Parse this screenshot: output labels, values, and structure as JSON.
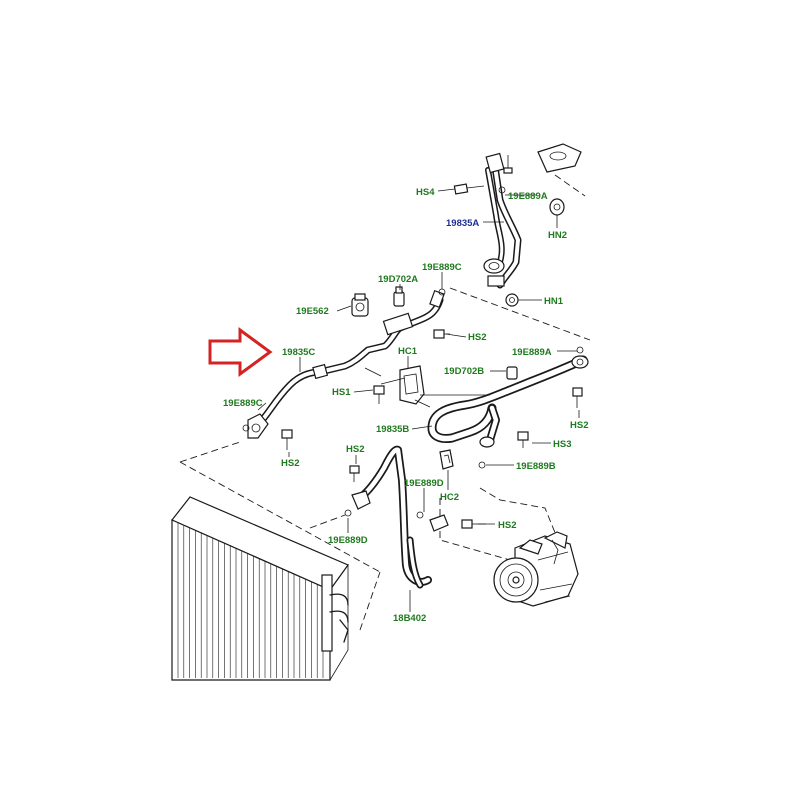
{
  "colors": {
    "label_green": "#1f7a1f",
    "label_blue": "#1f2f8f",
    "arrow_red": "#d42323",
    "line": "#1a1a1a"
  },
  "callouts": {
    "hs4": "HS4",
    "e889a_top": "19E889A",
    "c19835a": "19835A",
    "hn2": "HN2",
    "e889c_top": "19E889C",
    "d702a": "19D702A",
    "hn1": "HN1",
    "e562": "19E562",
    "hs2_mid": "HS2",
    "c19835c": "19835C",
    "hc1": "HC1",
    "e889a_right": "19E889A",
    "d702b": "19D702B",
    "hs1": "HS1",
    "e889c_left": "19E889C",
    "hs2_right": "HS2",
    "c19835b": "19835B",
    "hs3": "HS3",
    "hs2_left": "HS2",
    "hs2_center": "HS2",
    "e889b": "19E889B",
    "e889d_center": "19E889D",
    "hc2": "HC2",
    "hs2_lower": "HS2",
    "e889d_left": "19E889D",
    "b402": "18B402"
  },
  "icons": {
    "arrow": "red-outline-arrow-icon",
    "condenser": "condenser-icon",
    "compressor": "compressor-icon",
    "bolt": "bolt-icon",
    "nut": "nut-icon",
    "o_ring": "o-ring-icon",
    "sensor": "pressure-sensor-icon",
    "clip": "hose-clip-icon"
  }
}
